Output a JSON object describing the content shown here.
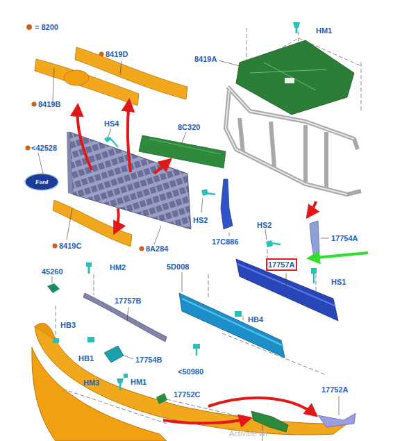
{
  "diagram": {
    "labels": [
      "8419D",
      "8419B",
      "HS4",
      "<42528",
      "Ford",
      "8C320",
      "8419A",
      "HM1",
      "HS2",
      "17C886",
      "8419C",
      "8A284",
      "HS2",
      "17754A",
      "17757A",
      "HS1",
      "45260",
      "HM2",
      "5D008",
      "17757B",
      "HB3",
      "HB4",
      "HB1",
      "17754B",
      "<50980",
      "HM3",
      "HM1",
      "17752C",
      "17752A",
      "Activate Wi"
    ],
    "legend": [
      {
        "text": "= 8200",
        "color": "#c8641e"
      }
    ]
  }
}
